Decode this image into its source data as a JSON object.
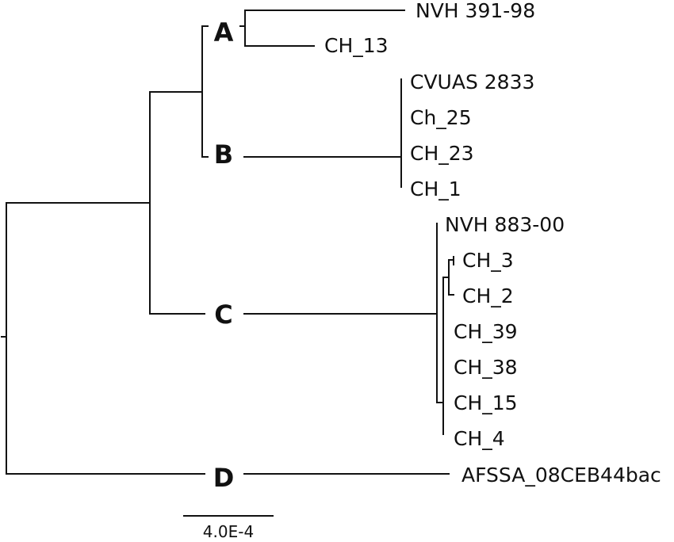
{
  "tree": {
    "clades": {
      "a": "A",
      "b": "B",
      "c": "C",
      "d": "D"
    },
    "leaves": {
      "nvh391": "NVH 391-98",
      "ch13": "CH_13",
      "cvuas2833": "CVUAS 2833",
      "ch25": "Ch_25",
      "ch23": "CH_23",
      "ch1": "CH_1",
      "nvh883": "NVH 883-00",
      "ch3": "CH_3",
      "ch2": "CH_2",
      "ch39": "CH_39",
      "ch38": "CH_38",
      "ch15": "CH_15",
      "ch4": "CH_4",
      "afssa": "AFSSA_08CEB44bac"
    },
    "scale_bar": {
      "label": "4.0E-4"
    }
  },
  "colors": {
    "line": "#111111",
    "background": "#ffffff"
  }
}
